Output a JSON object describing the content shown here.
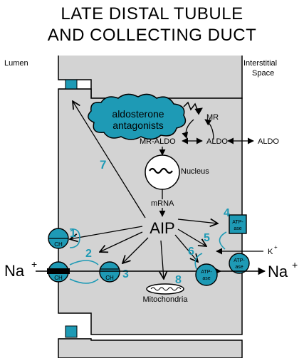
{
  "title": {
    "line1": "LATE DISTAL TUBULE",
    "line2": "AND COLLECTING DUCT"
  },
  "regions": {
    "lumen": "Lumen",
    "interstitial_line1": "Interstitial",
    "interstitial_line2": "Space"
  },
  "labels": {
    "aldo_antagonists_line1": "aldosterone",
    "aldo_antagonists_line2": "antagonists",
    "mr": "MR",
    "mr_aldo": "MR-ALDO",
    "aldo_inner": "ALDO",
    "aldo_outer": "ALDO",
    "nucleus": "Nucleus",
    "mrna": "mRNA",
    "aip": "AIP",
    "mitochondria": "Mitochondria",
    "ch": "CH",
    "atpase_line1": "ATP-",
    "atpase_line2": "ase",
    "na_lumen": "Na",
    "na_interstitial": "Na",
    "k": "K"
  },
  "steps": [
    "1",
    "2",
    "3",
    "4",
    "5",
    "6",
    "7",
    "8"
  ],
  "colors": {
    "cell_fill": "#d3d3d3",
    "accent": "#1e9ab5",
    "junction": "#1e9ab5",
    "stroke": "#000000"
  }
}
